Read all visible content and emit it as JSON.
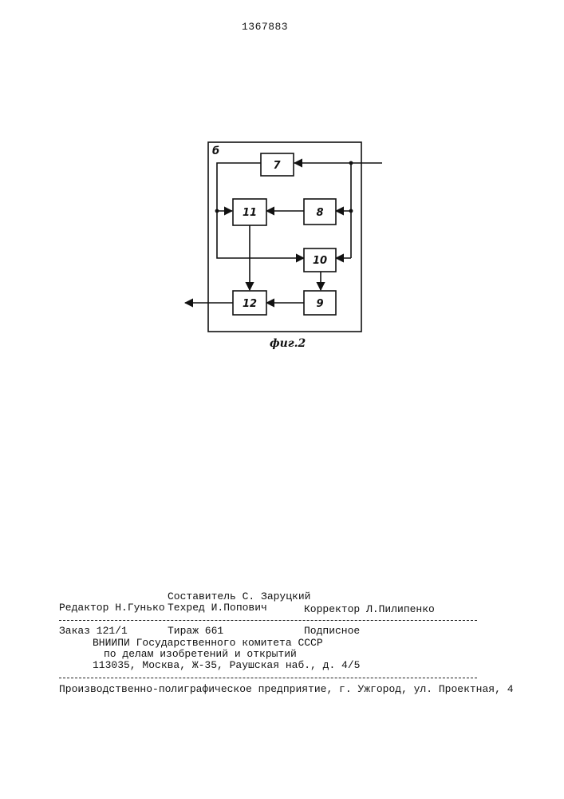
{
  "header": {
    "patent_number": "1367883"
  },
  "figure": {
    "frame_label": "б",
    "blocks": [
      "7",
      "8",
      "10",
      "11",
      "12",
      "9"
    ],
    "caption": "фиг.2"
  },
  "imprint": {
    "compiler": "Составитель С. Заруцкий",
    "editor": "Редактор Н.Гунько",
    "techred": "Техред И.Попович",
    "corrector": "Корректор Л.Пилипенко",
    "order": "Заказ 121/1",
    "circulation": "Тираж 661",
    "subscription": "Подписное",
    "org_line1": "ВНИИПИ Государственного комитета СССР",
    "org_line2": "по делам изобретений и открытий",
    "address": "113035, Москва, Ж-35, Раушская наб., д. 4/5",
    "printer": "Производственно-полиграфическое предприятие, г. Ужгород, ул. Проектная, 4"
  }
}
